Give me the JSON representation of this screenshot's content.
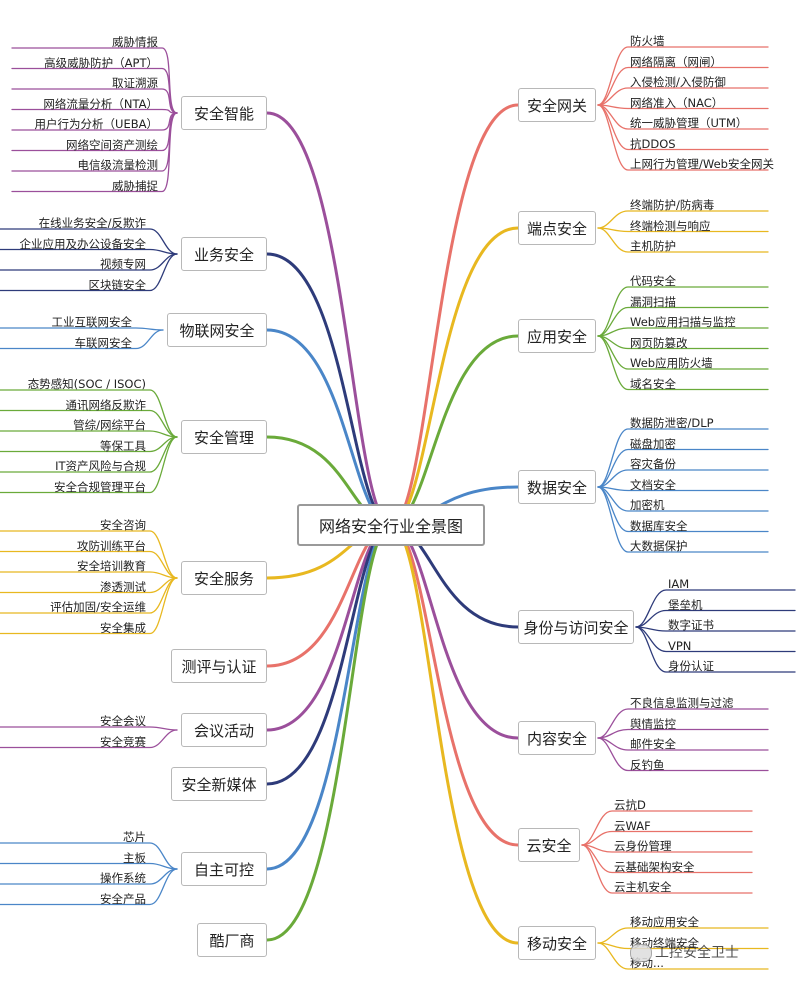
{
  "center_title": "网络安全行业全景图",
  "left_branches": [
    {
      "label": "安全智能",
      "color": "#9b4f9b",
      "items": [
        "威胁情报",
        "高级威胁防护（APT）",
        "取证溯源",
        "网络流量分析（NTA）",
        "用户行为分析（UEBA）",
        "网络空间资产测绘",
        "电信级流量检测",
        "威胁捕捉"
      ]
    },
    {
      "label": "业务安全",
      "color": "#2e3b7a",
      "items": [
        "在线业务安全/反欺诈",
        "企业应用及办公设备安全",
        "视频专网",
        "区块链安全"
      ]
    },
    {
      "label": "物联网安全",
      "color": "#4a86c8",
      "items": [
        "工业互联网安全",
        "车联网安全"
      ]
    },
    {
      "label": "安全管理",
      "color": "#6aaa3a",
      "items": [
        "态势感知(SOC / ISOC)",
        "通讯网络反欺诈",
        "管综/网综平台",
        "等保工具",
        "IT资产风险与合规",
        "安全合规管理平台"
      ]
    },
    {
      "label": "安全服务",
      "color": "#e8b820",
      "items": [
        "安全咨询",
        "攻防训练平台",
        "安全培训教育",
        "渗透测试",
        "评估加固/安全运维",
        "安全集成"
      ]
    },
    {
      "label": "测评与认证",
      "color": "#e8726a",
      "items": []
    },
    {
      "label": "会议活动",
      "color": "#9b4f9b",
      "items": [
        "安全会议",
        "安全竞赛"
      ]
    },
    {
      "label": "安全新媒体",
      "color": "#2e3b7a",
      "items": []
    },
    {
      "label": "自主可控",
      "color": "#4a86c8",
      "items": [
        "芯片",
        "主板",
        "操作系统",
        "安全产品"
      ]
    },
    {
      "label": "酷厂商",
      "color": "#6aaa3a",
      "items": []
    }
  ],
  "right_branches": [
    {
      "label": "安全网关",
      "color": "#e8726a",
      "items": [
        "防火墙",
        "网络隔离（网闸）",
        "入侵检测/入侵防御",
        "网络准入（NAC）",
        "统一威胁管理（UTM）",
        "抗DDOS",
        "上网行为管理/Web安全网关"
      ]
    },
    {
      "label": "端点安全",
      "color": "#e8b820",
      "items": [
        "终端防护/防病毒",
        "终端检测与响应",
        "主机防护"
      ]
    },
    {
      "label": "应用安全",
      "color": "#6aaa3a",
      "items": [
        "代码安全",
        "漏洞扫描",
        "Web应用扫描与监控",
        "网页防篡改",
        "Web应用防火墙",
        "域名安全"
      ]
    },
    {
      "label": "数据安全",
      "color": "#4a86c8",
      "items": [
        "数据防泄密/DLP",
        "磁盘加密",
        "容灾备份",
        "文档安全",
        "加密机",
        "数据库安全",
        "大数据保护"
      ]
    },
    {
      "label": "身份与访问安全",
      "color": "#2e3b7a",
      "items": [
        "IAM",
        "堡垒机",
        "数字证书",
        "VPN",
        "身份认证"
      ]
    },
    {
      "label": "内容安全",
      "color": "#9b4f9b",
      "items": [
        "不良信息监测与过滤",
        "舆情监控",
        "邮件安全",
        "反钓鱼"
      ]
    },
    {
      "label": "云安全",
      "color": "#e8726a",
      "items": [
        "云抗D",
        "云WAF",
        "云身份管理",
        "云基础架构安全",
        "云主机安全"
      ]
    },
    {
      "label": "移动安全",
      "color": "#e8b820",
      "items": [
        "移动应用安全",
        "移动终端安全",
        "移动..."
      ]
    }
  ],
  "watermark": "工控安全卫士"
}
